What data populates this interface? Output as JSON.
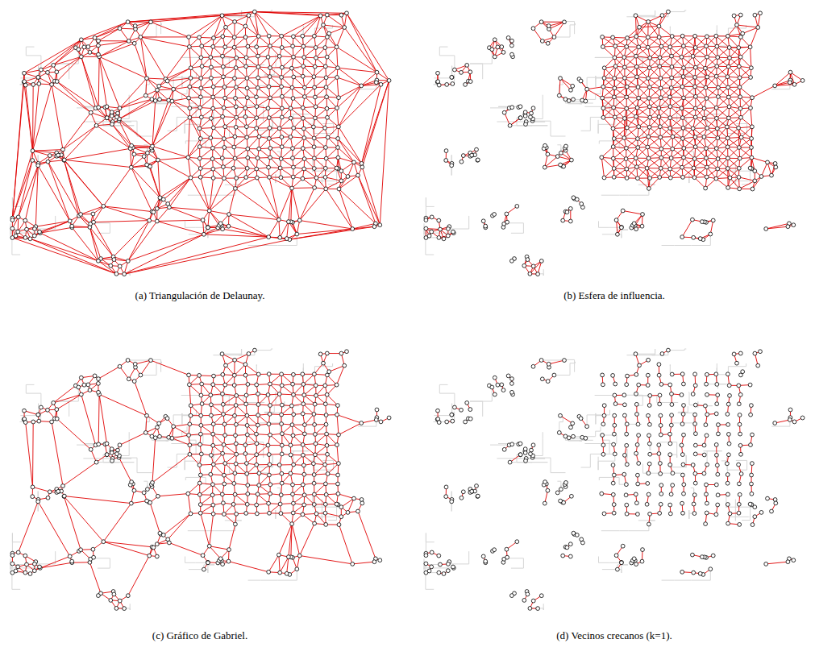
{
  "diagram": {
    "labels": [
      "(a) Triangulación de Delaunay.",
      "(b) Esfera de influencia.",
      "(c) Gráfico de Gabriel.",
      "(d) Vecinos crecanos (k=1)."
    ]
  }
}
